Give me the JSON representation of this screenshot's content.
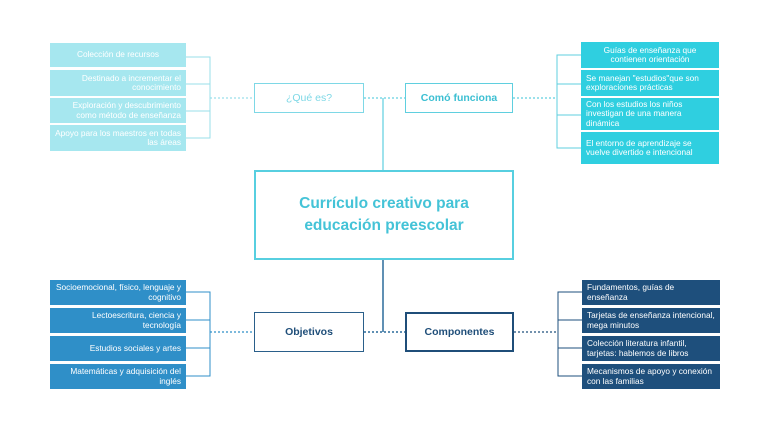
{
  "center": {
    "title": "Currículo creativo para educación preescolar"
  },
  "hubs": {
    "que_es": "¿Qué es?",
    "como_funciona": "Comó funciona",
    "objetivos": "Objetivos",
    "componentes": "Componentes"
  },
  "que_es_items": [
    "Colección de recursos",
    "Destinado a incrementar el conocimiento",
    "Exploración y descubrimiento como método de enseñanza",
    "Apoyo para los maestros en todas las áreas"
  ],
  "como_funciona_items": [
    "Guías de enseñanza que contienen orientación",
    "Se manejan \"estudios\"que son exploraciones prácticas",
    "Con los estudios los niños investigan de una manera dinámica",
    "El entorno de aprendizaje se vuelve divertido e intencional"
  ],
  "objetivos_items": [
    "Socioemocional, físico, lenguaje y cognitivo",
    "Lectoescritura, ciencia y tecnología",
    "Estudios sociales y artes",
    "Matemáticas y adquisición del inglés"
  ],
  "componentes_items": [
    "Fundamentos, guías de enseñanza",
    "Tarjetas de enseñanza intencional, mega minutos",
    "Colección literatura infantil, tarjetas: hablemos de libros",
    "Mecanismos de apoyo y conexión con las familias"
  ],
  "colors": {
    "pale": "#a6e7ef",
    "cyan": "#2fcfe0",
    "blue": "#2f8fc8",
    "navy": "#1e4f7c",
    "center_border": "#57cfe0"
  }
}
